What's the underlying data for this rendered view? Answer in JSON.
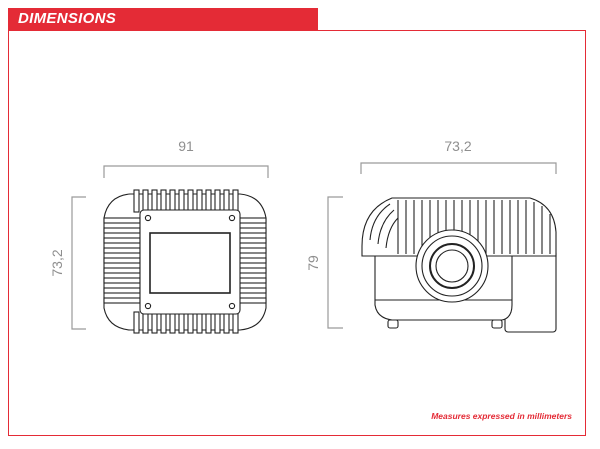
{
  "header": {
    "title": "DIMENSIONS"
  },
  "front_view": {
    "width_label": "91",
    "height_label": "73,2"
  },
  "side_view": {
    "width_label": "73,2",
    "height_label": "79"
  },
  "footer": {
    "note": "Measures expressed in millimeters"
  },
  "colors": {
    "accent": "#e42b36",
    "dimension_line": "#9a9a9a",
    "drawing_stroke": "#222222"
  }
}
